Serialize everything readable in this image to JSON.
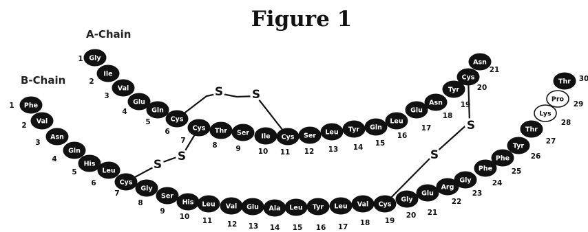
{
  "title": "Figure 1",
  "a_chain": {
    "label": "A-Chain",
    "residues": [
      {
        "name": "Gly",
        "num": "1"
      },
      {
        "name": "Ile",
        "num": "2"
      },
      {
        "name": "Val",
        "num": "3"
      },
      {
        "name": "Glu",
        "num": "4"
      },
      {
        "name": "Gln",
        "num": "5"
      },
      {
        "name": "Cys",
        "num": "6"
      },
      {
        "name": "Cys",
        "num": "7"
      },
      {
        "name": "Thr",
        "num": "8"
      },
      {
        "name": "Ser",
        "num": "9"
      },
      {
        "name": "Ile",
        "num": "10"
      },
      {
        "name": "Cys",
        "num": "11"
      },
      {
        "name": "Ser",
        "num": "12"
      },
      {
        "name": "Leu",
        "num": "13"
      },
      {
        "name": "Tyr",
        "num": "14"
      },
      {
        "name": "Gln",
        "num": "15"
      },
      {
        "name": "Leu",
        "num": "16"
      },
      {
        "name": "Glu",
        "num": "17"
      },
      {
        "name": "Asn",
        "num": "18"
      },
      {
        "name": "Tyr",
        "num": "19"
      },
      {
        "name": "Cys",
        "num": "20"
      },
      {
        "name": "Asn",
        "num": "21"
      }
    ]
  },
  "b_chain": {
    "label": "B-Chain",
    "residues": [
      {
        "name": "Phe",
        "num": "1"
      },
      {
        "name": "Val",
        "num": "2"
      },
      {
        "name": "Asn",
        "num": "3"
      },
      {
        "name": "Gln",
        "num": "4"
      },
      {
        "name": "His",
        "num": "5"
      },
      {
        "name": "Leu",
        "num": "6"
      },
      {
        "name": "Cys",
        "num": "7"
      },
      {
        "name": "Gly",
        "num": "8"
      },
      {
        "name": "Ser",
        "num": "9"
      },
      {
        "name": "His",
        "num": "10"
      },
      {
        "name": "Leu",
        "num": "11"
      },
      {
        "name": "Val",
        "num": "12"
      },
      {
        "name": "Glu",
        "num": "13"
      },
      {
        "name": "Ala",
        "num": "14"
      },
      {
        "name": "Leu",
        "num": "15"
      },
      {
        "name": "Tyr",
        "num": "16"
      },
      {
        "name": "Leu",
        "num": "17"
      },
      {
        "name": "Val",
        "num": "18"
      },
      {
        "name": "Cys",
        "num": "19"
      },
      {
        "name": "Gly",
        "num": "20"
      },
      {
        "name": "Glu",
        "num": "21"
      },
      {
        "name": "Arg",
        "num": "22"
      },
      {
        "name": "Gly",
        "num": "23"
      },
      {
        "name": "Phe",
        "num": "24"
      },
      {
        "name": "Phe",
        "num": "25"
      },
      {
        "name": "Tyr",
        "num": "26"
      },
      {
        "name": "Thr",
        "num": "27"
      },
      {
        "name": "Lys",
        "num": "28",
        "outlined": true
      },
      {
        "name": "Pro",
        "num": "29",
        "outlined": true
      },
      {
        "name": "Thr",
        "num": "30"
      }
    ]
  },
  "disulfide_bridges": [
    {
      "from": "A6",
      "to": "A11",
      "atoms": [
        "S",
        "S"
      ]
    },
    {
      "from": "A7",
      "to": "B7",
      "atoms": [
        "S",
        "S"
      ]
    },
    {
      "from": "A20",
      "to": "B19",
      "atoms": [
        "S",
        "S"
      ]
    }
  ],
  "colors": {
    "residue_fill": "#111111",
    "residue_text": "#ffffff",
    "outlined_fill": "#ffffff",
    "line": "#111111"
  }
}
